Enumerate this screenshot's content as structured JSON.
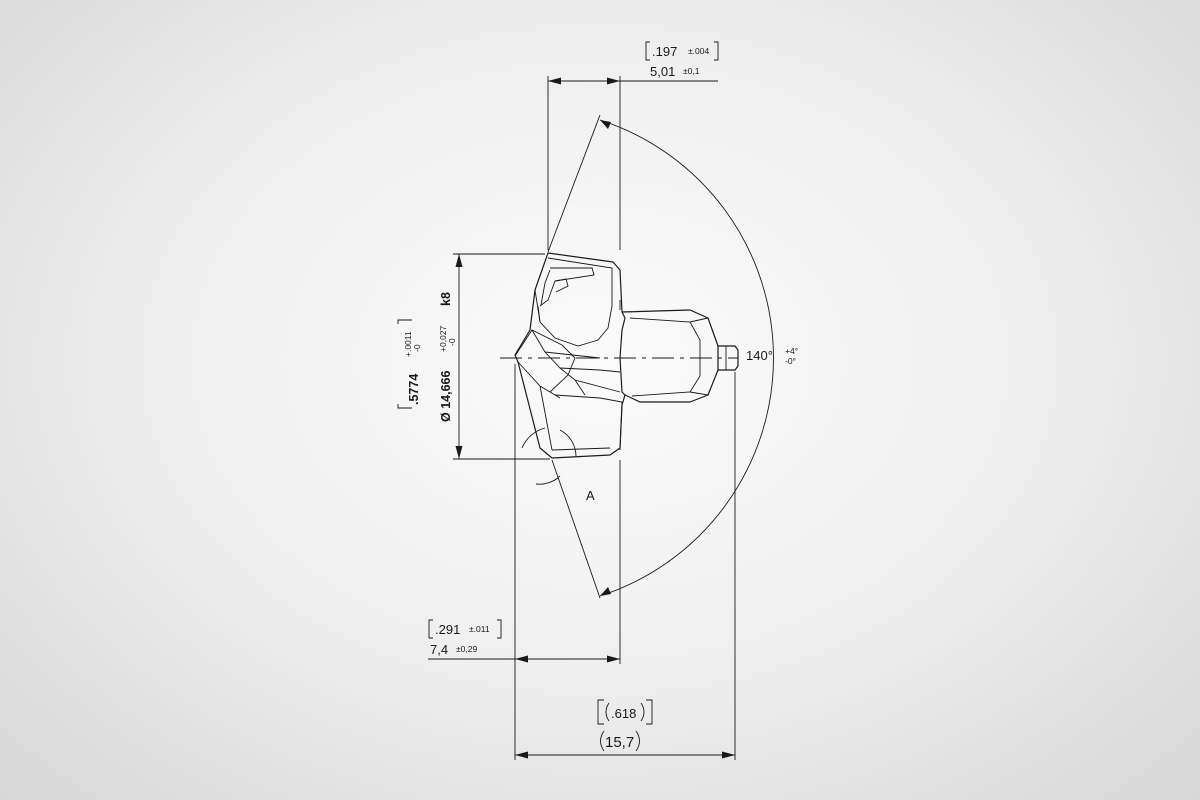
{
  "dims": {
    "top_inch_value": ".197",
    "top_inch_tol": "±.004",
    "top_mm_value": "5,01",
    "top_mm_tol": "±0,1",
    "left_inch_value": ".5774",
    "left_inch_tol_plus": "+.0011",
    "left_inch_tol_minus": "-0",
    "left_mm_value": "Ø 14,666",
    "left_mm_tol_plus": "+0,027",
    "left_mm_tol_minus": "-0",
    "fit_class": "k8",
    "angle_value": "140°",
    "angle_tol_plus": "+4°",
    "angle_tol_minus": "-0°",
    "detail_label": "A",
    "bottom_inch_value": ".291",
    "bottom_inch_tol": "±.011",
    "bottom_mm_value": "7,4",
    "bottom_mm_tol": "±0,29",
    "overall_inch_value": ".618",
    "overall_mm_value": "15,7"
  }
}
